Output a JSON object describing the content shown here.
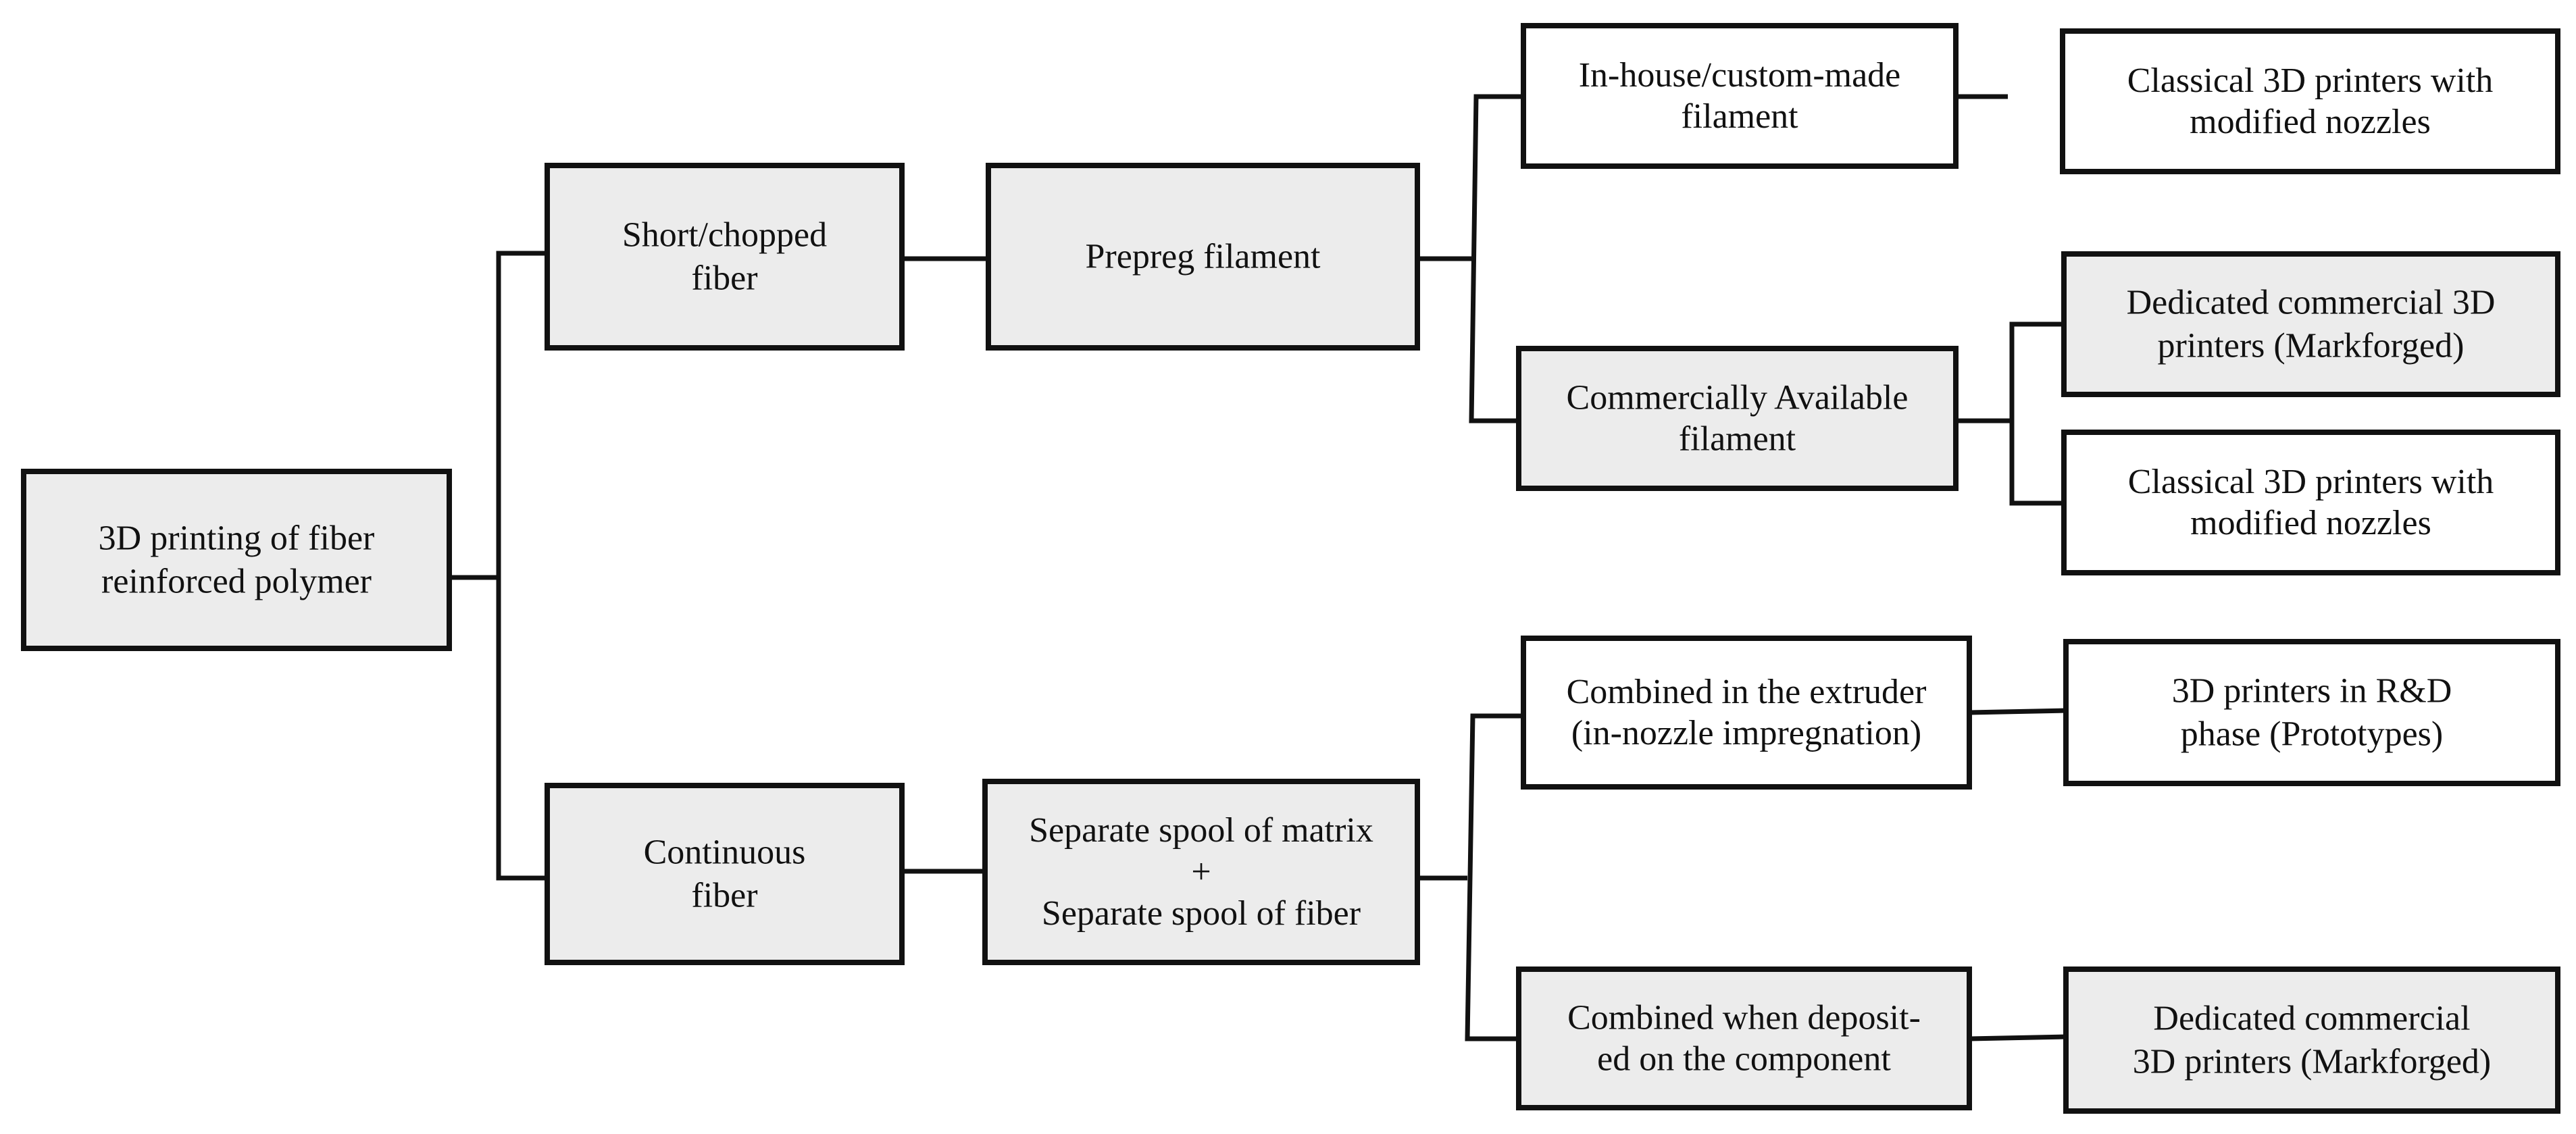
{
  "colors": {
    "box_border": "#111111",
    "box_fill_shaded": "#ececec",
    "box_fill_plain": "#ffffff",
    "connector": "#111111"
  },
  "nodes": {
    "root": {
      "lines": [
        "3D printing of fiber",
        "reinforced polymer"
      ],
      "shaded": true
    },
    "short_fiber": {
      "lines": [
        "Short/chopped",
        "fiber"
      ],
      "shaded": true
    },
    "continuous_fiber": {
      "lines": [
        "Continuous",
        "fiber"
      ],
      "shaded": true
    },
    "prepreg_filament": {
      "lines": [
        "Prepreg filament"
      ],
      "shaded": true
    },
    "separate_spools": {
      "lines": [
        "Separate spool of matrix",
        "+",
        "Separate spool of fiber"
      ],
      "shaded": true
    },
    "inhouse_filament": {
      "lines": [
        "In-house/custom-made",
        "filament"
      ],
      "shaded": false
    },
    "commercial_filament": {
      "lines": [
        "Commercially Available",
        "filament"
      ],
      "shaded": true
    },
    "combined_extruder": {
      "lines": [
        "Combined in the extruder",
        "(in-nozzle impregnation)"
      ],
      "shaded": false
    },
    "combined_deposited": {
      "lines": [
        "Combined when deposit-",
        "ed on the component"
      ],
      "shaded": true
    },
    "classical_printers_1": {
      "lines": [
        "Classical 3D printers with",
        "modified nozzles"
      ],
      "shaded": false
    },
    "dedicated_markforged_1": {
      "lines": [
        "Dedicated commercial 3D",
        "printers (Markforged)"
      ],
      "shaded": true
    },
    "classical_printers_2": {
      "lines": [
        "Classical 3D printers with",
        "modified nozzles"
      ],
      "shaded": false
    },
    "rd_prototypes": {
      "lines": [
        "3D printers in R&D",
        "phase (Prototypes)"
      ],
      "shaded": false
    },
    "dedicated_markforged_2": {
      "lines": [
        "Dedicated commercial",
        "3D printers (Markforged)"
      ],
      "shaded": true
    }
  }
}
